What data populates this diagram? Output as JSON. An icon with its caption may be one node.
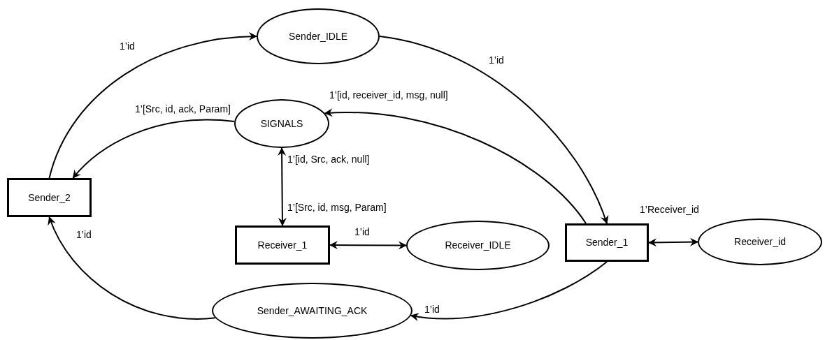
{
  "diagram": {
    "nodes": [
      {
        "text": [
          "Sender_IDLE"
        ]
      },
      {
        "text": [
          "SIGNALS"
        ]
      },
      {
        "text": [
          "Sender_2"
        ]
      },
      {
        "text": [
          "Receiver_1"
        ]
      },
      {
        "text": [
          "Receiver_IDLE"
        ]
      },
      {
        "text": [
          "Sender_1"
        ]
      },
      {
        "text": [
          "Receiver_id"
        ]
      },
      {
        "text": [
          "Sender_AWAITING_ACK"
        ]
      }
    ],
    "edges": [
      {
        "from": 2,
        "to": 0,
        "arrow": "to",
        "label": "1’id"
      },
      {
        "from": 0,
        "to": 5,
        "arrow": "to",
        "label": "1’id"
      },
      {
        "from": 5,
        "to": 1,
        "arrow": "to",
        "label": "1’[id, receiver_id, msg, null]"
      },
      {
        "from": 1,
        "to": 2,
        "arrow": "to",
        "label": "1’[Src, id, ack, Param]"
      },
      {
        "from": 1,
        "to": 3,
        "arrow": "both",
        "label": "1’[id, Src, ack, null]"
      },
      {
        "from": 3,
        "to": 4,
        "arrow": "both",
        "label": "1’id"
      },
      {
        "from": 5,
        "to": 6,
        "arrow": "both",
        "label": "1’Receiver_id"
      },
      {
        "from": 5,
        "to": 7,
        "arrow": "to",
        "label": "1’id"
      },
      {
        "from": 7,
        "to": 2,
        "arrow": "to",
        "label": "1’id"
      }
    ],
    "labels": [
      "1’[Src, id, msg, Param]"
    ]
  }
}
